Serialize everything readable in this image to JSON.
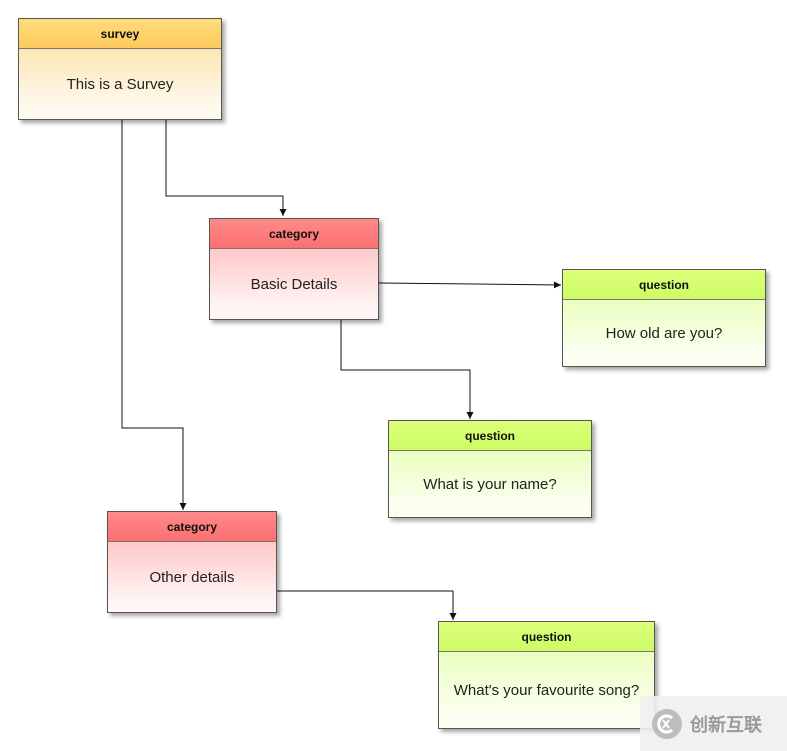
{
  "nodes": {
    "survey": {
      "header": "survey",
      "body": "This is a Survey"
    },
    "category_basic": {
      "header": "category",
      "body": "Basic Details"
    },
    "category_other": {
      "header": "category",
      "body": "Other details"
    },
    "question_age": {
      "header": "question",
      "body": "How old are you?"
    },
    "question_name": {
      "header": "question",
      "body": "What is your name?"
    },
    "question_song": {
      "header": "question",
      "body": "What's your favourite song?"
    }
  },
  "colors": {
    "survey_header": "#fdca5e",
    "category_header": "#fc6f6f",
    "question_header": "#cdfc64",
    "connector": "#111111"
  },
  "watermark": {
    "text": "创新互联",
    "icon": "logo-icon"
  }
}
